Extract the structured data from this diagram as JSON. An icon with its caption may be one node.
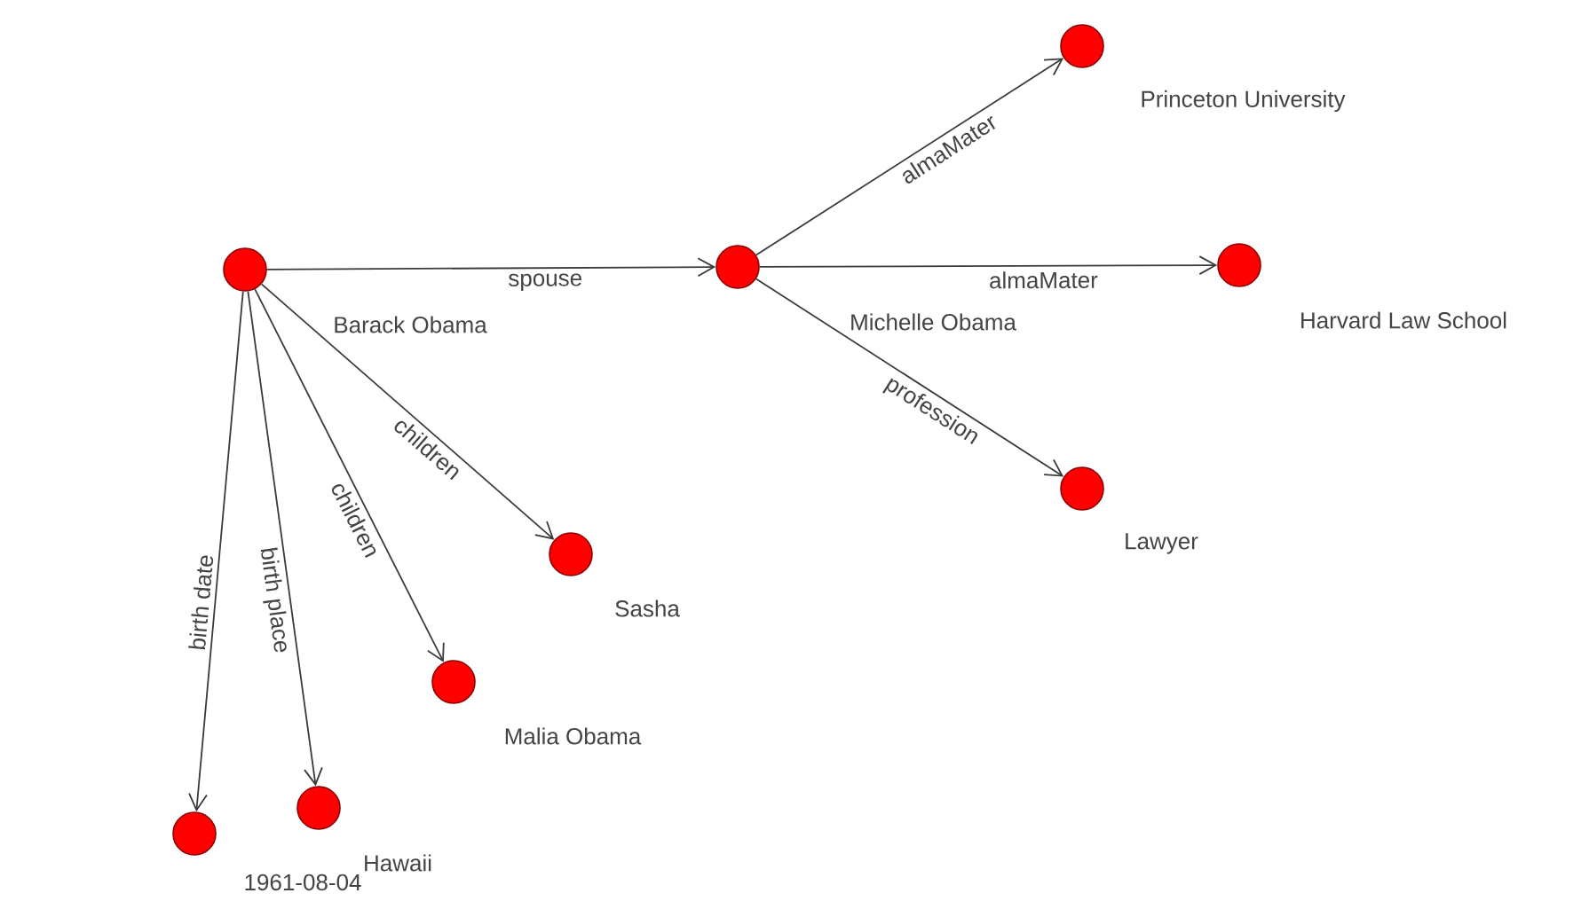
{
  "diagram": {
    "nodes": [
      {
        "text": [
          "Barack Obama"
        ]
      },
      {
        "text": [
          "Michelle Obama"
        ]
      },
      {
        "text": [
          "Princeton University"
        ]
      },
      {
        "text": [
          "Harvard Law School"
        ]
      },
      {
        "text": [
          "Lawyer"
        ]
      },
      {
        "text": [
          "Sasha"
        ]
      },
      {
        "text": [
          "Malia Obama"
        ]
      },
      {
        "text": [
          "Hawaii"
        ]
      },
      {
        "text": [
          "1961-08-04"
        ]
      }
    ],
    "edges": [
      {
        "from": 0,
        "to": 1,
        "arrow": "to",
        "label": "spouse"
      },
      {
        "from": 1,
        "to": 2,
        "arrow": "to",
        "label": "almaMater"
      },
      {
        "from": 1,
        "to": 3,
        "arrow": "to",
        "label": "almaMater"
      },
      {
        "from": 1,
        "to": 4,
        "arrow": "to",
        "label": "profession"
      },
      {
        "from": 0,
        "to": 5,
        "arrow": "to",
        "label": "children"
      },
      {
        "from": 0,
        "to": 6,
        "arrow": "to",
        "label": "children"
      },
      {
        "from": 0,
        "to": 7,
        "arrow": "to",
        "label": "birth place"
      },
      {
        "from": 0,
        "to": 8,
        "arrow": "to",
        "label": "birth date"
      }
    ]
  }
}
